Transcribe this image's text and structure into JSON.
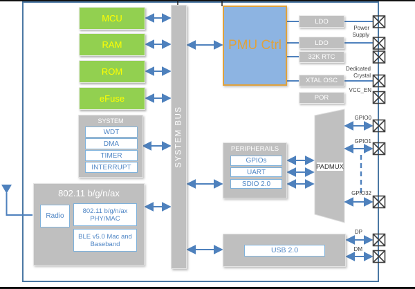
{
  "colors": {
    "accent_blue": "#4e81bd",
    "block_green": "#92d050",
    "block_green_text": "#ffff00",
    "pmu_fill": "#8db4e2",
    "pmu_accent": "#e0a23c",
    "block_gray": "#bfbfbf"
  },
  "bus": {
    "label": "SYSTEM BUS"
  },
  "memory_blocks": [
    "MCU",
    "RAM",
    "ROM",
    "eFuse"
  ],
  "system": {
    "title": "SYSTEM",
    "items": [
      "WDT",
      "DMA",
      "TIMER",
      "INTERRUPT"
    ]
  },
  "wifi": {
    "title": "802.11 b/g/n/ax",
    "radio": "Radio",
    "phy_lines": [
      "802.11 b/g/n/ax",
      "PHY/MAC"
    ],
    "ble_lines": [
      "BLE v5.0 Mac and",
      "Baseband"
    ]
  },
  "pmu": {
    "label": "PMU Ctrl"
  },
  "power_blocks": {
    "ldo_top": "LDO",
    "ldo": "LDO",
    "rtc": "32K RTC",
    "xtal": "XTAL OSC",
    "por": "POR"
  },
  "peripherals": {
    "title": "PERIPHERAILS",
    "items": [
      "GPIOs",
      "UART",
      "SDIO 2.0"
    ]
  },
  "padmux": {
    "label": "PADMUX"
  },
  "usb": {
    "label": "USB 2.0"
  },
  "pin_labels": {
    "power_supply": [
      "Power",
      "Supply"
    ],
    "dedicated_crystal": [
      "Dedicated",
      "Crystal"
    ],
    "enable": "VCC_EN",
    "gpio_first": "GPIO0",
    "gpio_second": "GPIO1",
    "gpio_last": "GPIO32",
    "usb_dp": "DP",
    "usb_dm": "DM"
  }
}
